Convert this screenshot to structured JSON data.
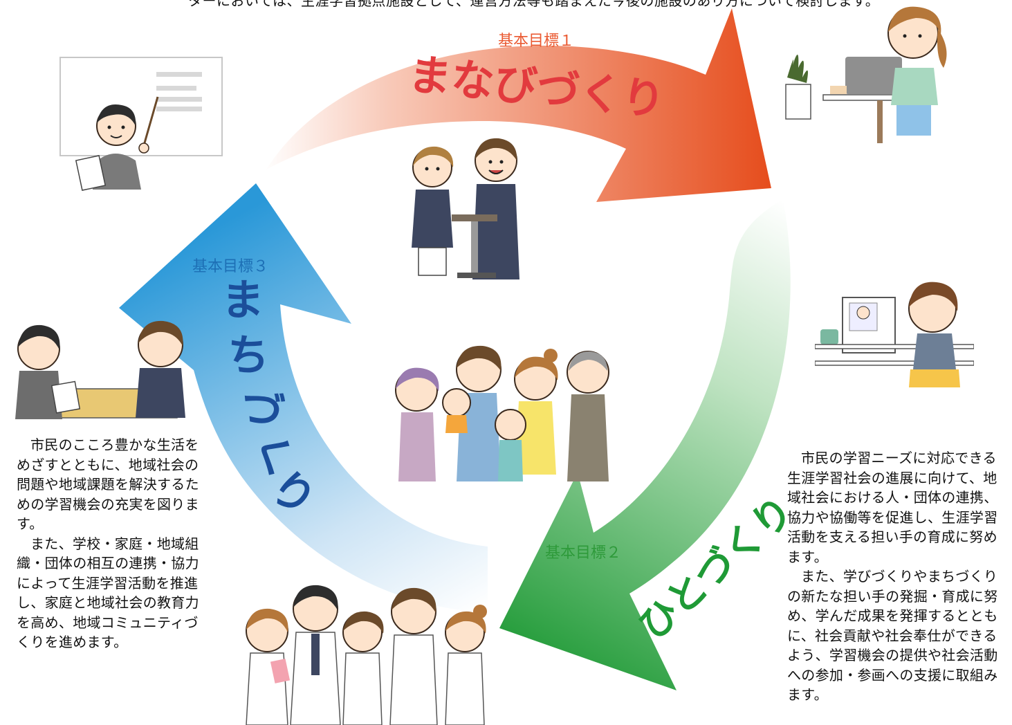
{
  "intro_text": "ターにおいては、生涯学習拠点施設として、運営方法等も踏まえた今後の施設のあり方について検討します。",
  "goals": [
    {
      "label": "基本目標１",
      "title": "まなびづくり",
      "color": "#e8532a"
    },
    {
      "label": "基本目標２",
      "title": "ひとづくり",
      "color": "#2e9a3a"
    },
    {
      "label": "基本目標３",
      "title": "まちづくり",
      "color": "#2b9ad8"
    }
  ],
  "left_text": {
    "p1": "市民のこころ豊かな生活をめざすとともに、地域社会の問題や地域課題を解決するための学習機会の充実を図ります。",
    "p2": "また、学校・家庭・地域組織・団体の相互の連携・協力によって生涯学習活動を推進し、家庭と地域社会の教育力を高め、地域コミュニティづくりを進めます。"
  },
  "right_text": {
    "p1": "市民の学習ニーズに対応できる生涯学習社会の進展に向けて、地域社会における人・団体の連携、協力や協働等を促進し、生涯学習活動を支える担い手の育成に努めます。",
    "p2": "また、学びづくりやまちづくりの新たな担い手の発掘・育成に努め、学んだ成果を発揮するとともに、社会貢献や社会奉仕ができるよう、学習機会の提供や社会活動への参加・参画への支援に取組みます。"
  }
}
